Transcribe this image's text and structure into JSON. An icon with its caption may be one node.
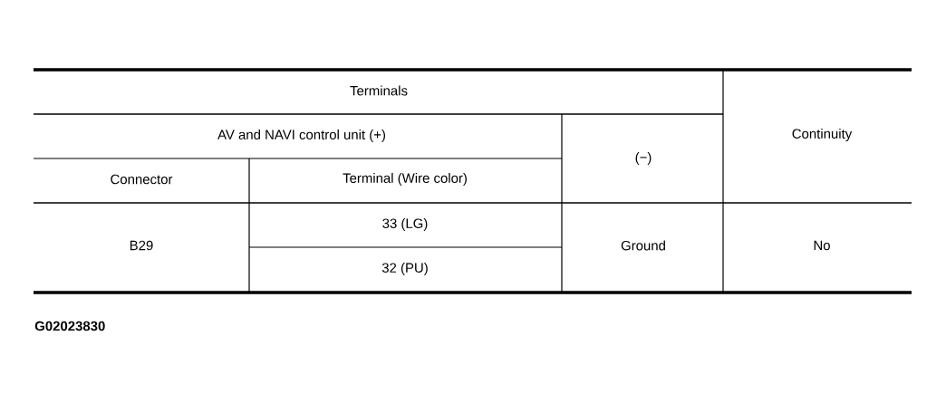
{
  "diagram": {
    "labels": [
      "Terminals",
      "Continuity",
      "AV and NAVI control unit (+)",
      "(−)",
      "Connector",
      "Terminal (Wire color)",
      "B29",
      "33 (LG)",
      "Ground",
      "No",
      "32 (PU)",
      "G02023830"
    ]
  }
}
